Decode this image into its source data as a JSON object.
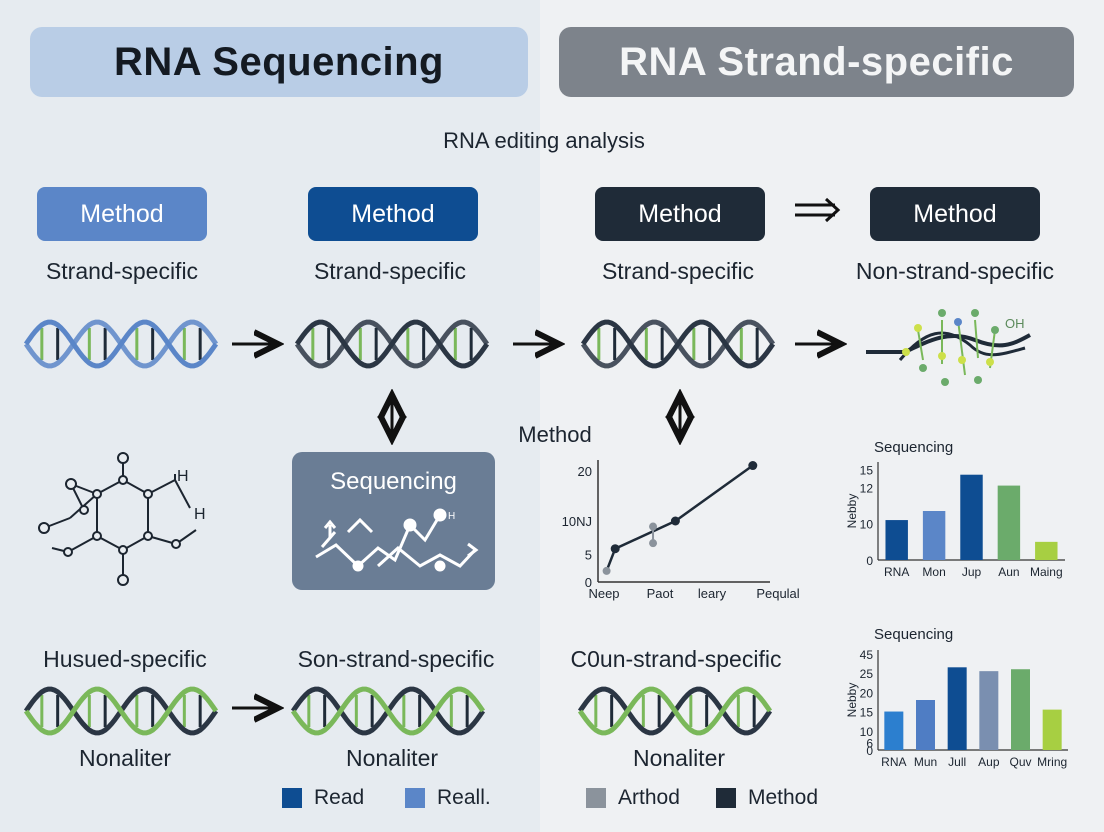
{
  "headers": {
    "left": "RNA Sequencing",
    "right": "RNA Strand-specific"
  },
  "subtitle": "RNA editing analysis",
  "methods": [
    {
      "label": "Method",
      "color": "#5b86c8"
    },
    {
      "label": "Method",
      "color": "#0e4d92"
    },
    {
      "label": "Method",
      "color": "#1f2b38"
    },
    {
      "label": "Method",
      "color": "#1f2b38"
    }
  ],
  "strand_labels": [
    "Strand-specific",
    "Strand-specific",
    "Strand-specific",
    "Non-strand-specific"
  ],
  "center_method_label": "Method",
  "sequencing_box": {
    "title": "Sequencing",
    "oh_label": "H"
  },
  "molecule": {
    "oh_top": "H",
    "oh_bottom": "H",
    "small_oh": "OH"
  },
  "bottom_labels": [
    "Husued-specific",
    "Son-strand-specific",
    "C0un-strand-specific"
  ],
  "nonaliter_labels": [
    "Nonaliter",
    "Nonaliter",
    "Nonaliter"
  ],
  "legend": [
    {
      "label": "Read",
      "color": "#0e4d92"
    },
    {
      "label": "Reall.",
      "color": "#5b86c8"
    },
    {
      "label": "Arthod",
      "color": "#8b939c"
    },
    {
      "label": "Method",
      "color": "#1f2b38"
    }
  ],
  "colors": {
    "blue_helix": "#5b86c8",
    "dark_helix": "#2b3644",
    "green": "#7ab85a"
  },
  "chart_data": [
    {
      "type": "line",
      "title": "",
      "ylabel": "10NJ",
      "categories": [
        "Neep",
        "Paot",
        "leary",
        "Pequlal"
      ],
      "yticks": [
        0,
        5,
        20
      ],
      "ylim": [
        0,
        22
      ],
      "series": [
        {
          "values": [
            [
              0.05,
              2
            ],
            [
              0.1,
              6
            ],
            [
              0.45,
              11
            ],
            [
              0.9,
              21
            ]
          ]
        }
      ],
      "extra_points": [
        [
          0.05,
          2
        ],
        [
          0.32,
          7
        ],
        [
          0.32,
          10
        ]
      ]
    },
    {
      "type": "bar",
      "title": "Sequencing",
      "ylabel": "Nebby",
      "categories": [
        "RNA",
        "Mon",
        "Jup",
        "Aun",
        "Maing"
      ],
      "values": [
        11,
        13.5,
        23.5,
        20.5,
        5
      ],
      "colors": [
        "#0e4d92",
        "#5b86c8",
        "#0e4d92",
        "#6bab6b",
        "#a7cf42"
      ],
      "yticks": [
        0,
        10,
        12,
        15
      ],
      "ytick_positions": [
        0,
        10,
        20,
        25
      ],
      "ylim": [
        0,
        27
      ]
    },
    {
      "type": "bar",
      "title": "Sequencing",
      "ylabel": "Nebby",
      "categories": [
        "RNA",
        "Mun",
        "Jull",
        "Aup",
        "Quv",
        "Mring"
      ],
      "values": [
        10,
        13,
        21.5,
        20.5,
        21,
        10.5
      ],
      "colors": [
        "#2c7fcf",
        "#4f7dc4",
        "#0e4d92",
        "#7a8fb0",
        "#6bab6b",
        "#a7cf42"
      ],
      "yticks": [
        0,
        6,
        10,
        15,
        20,
        25,
        45
      ],
      "ytick_positions": [
        0,
        2,
        5,
        10,
        15,
        20,
        25
      ],
      "ylim": [
        0,
        26
      ]
    }
  ]
}
